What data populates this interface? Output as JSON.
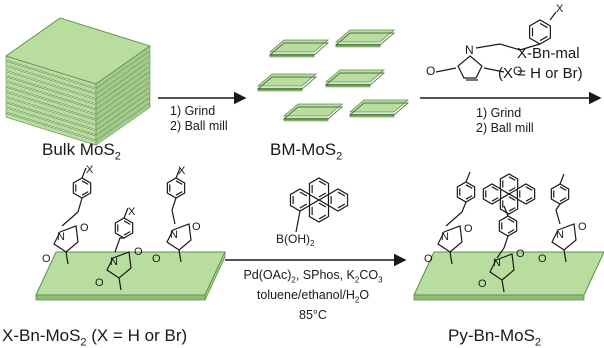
{
  "colors": {
    "sheet_fill": "#b9dc9f",
    "sheet_edge": "#5c8f49",
    "sheet_stripe": "#2f4f27",
    "ink": "#1a1a1a"
  },
  "labels": {
    "bulk": {
      "main": "Bulk MoS",
      "sub": "2"
    },
    "bm": {
      "main": "BM-MoS",
      "sub": "2"
    },
    "xbn": {
      "main": "X-Bn-MoS",
      "sub": "2",
      "suffix": " (X = H or Br)"
    },
    "py": {
      "main": "Py-Bn-MoS",
      "sub": "2"
    }
  },
  "steps": {
    "step1": {
      "line1": "1) Grind",
      "line2": "2) Ball mill"
    },
    "step2": {
      "line1": "1) Grind",
      "line2": "2) Ball mill"
    },
    "reagent_mal": {
      "name": "X-Bn-mal",
      "cond": "(X = H or Br)"
    },
    "suzuki": {
      "cat_a": "Pd(OAc)",
      "cat_a_sub": "2",
      "cat_b": ", SPhos, K",
      "cat_b_sub": "2",
      "cat_b2": "CO",
      "cat_b2_sub": "3",
      "solv_a": "toluene/ethanol/H",
      "solv_sub": "2",
      "solv_b": "O",
      "temp": "85°C"
    }
  },
  "atoms": {
    "O": "O",
    "N": "N",
    "X": "X",
    "B": "B(OH)",
    "B_sub": "2"
  }
}
